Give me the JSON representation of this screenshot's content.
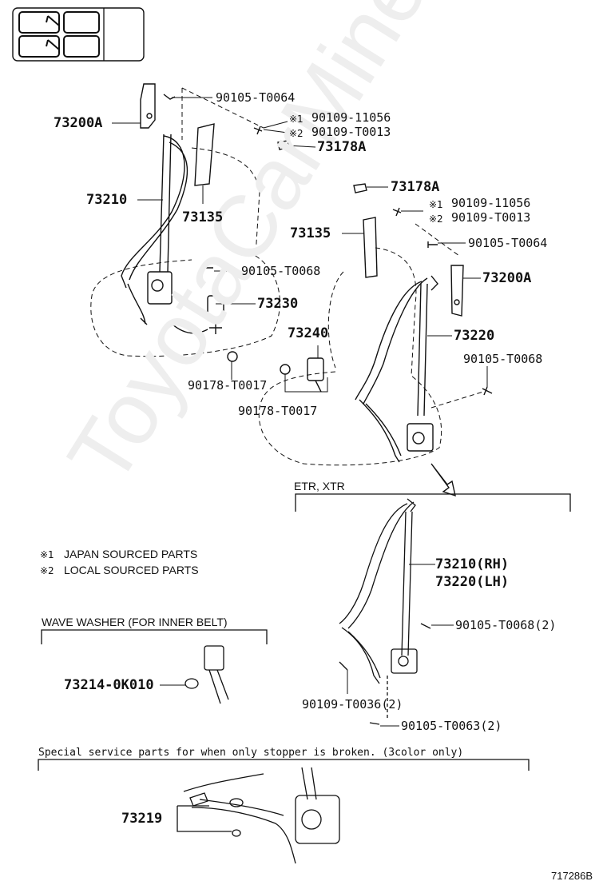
{
  "watermark": "ToyotaCarMine.ru",
  "labels": {
    "p73200a_top": "73200A",
    "p90105_t0064_top": "90105-T0064",
    "p90109_11056_top": "90109-11056",
    "p90109_t0013_top": "90109-T0013",
    "p73178a_top": "73178A",
    "p73210": "73210",
    "p73135_left": "73135",
    "p90105_t0068_left": "90105-T0068",
    "p73230": "73230",
    "p90178_t0017_a": "90178-T0017",
    "p73178a_right": "73178A",
    "p90109_11056_right": "90109-11056",
    "p90109_t0013_right": "90109-T0013",
    "p73135_right": "73135",
    "p90105_t0064_right": "90105-T0064",
    "p73200a_right": "73200A",
    "p73240": "73240",
    "p73220": "73220",
    "p90105_t0068_right": "90105-T0068",
    "p90178_t0017_b": "90178-T0017",
    "etr_xtr": "ETR, XTR",
    "p73210_rh": "73210(RH)",
    "p73220_lh": "73220(LH)",
    "p90105_t0068_2": "90105-T0068(2)",
    "p90109_t0036_2": "90109-T0036(2)",
    "p90105_t0063_2": "90105-T0063(2)",
    "note1": "JAPAN SOURCED PARTS",
    "note2": "LOCAL SOURCED PARTS",
    "wave_washer": "WAVE WASHER (FOR INNER BELT)",
    "p73214": "73214-0K010",
    "special_service": "Special service parts for when only stopper is broken. (3color only)",
    "p73219": "73219",
    "diagram_id": "717286B"
  },
  "marks": {
    "m1": "※1",
    "m2": "※2"
  }
}
